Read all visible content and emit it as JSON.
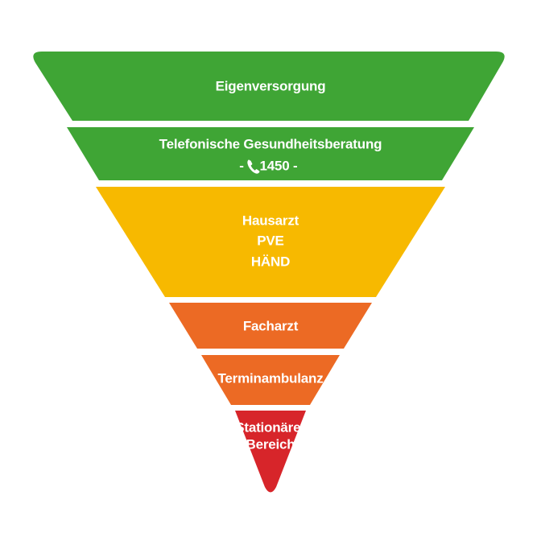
{
  "pyramid": {
    "layers": [
      {
        "id": "eigenversorgung",
        "lines": [
          "Eigenversorgung"
        ],
        "color": "#3fa535"
      },
      {
        "id": "telefonische-gesundheitsberatung",
        "lines": [
          "Telefonische Gesundheitsberatung"
        ],
        "phone_prefix": "-",
        "phone_icon": "phone-icon",
        "phone_number": "1450 -",
        "color": "#3fa535"
      },
      {
        "id": "hausarzt",
        "lines": [
          "Hausarzt",
          "PVE",
          "HÄND"
        ],
        "color": "#f7b900"
      },
      {
        "id": "facharzt",
        "lines": [
          "Facharzt"
        ],
        "color": "#ec6a24"
      },
      {
        "id": "terminambulanz",
        "lines": [
          "Terminambulanz"
        ],
        "color": "#ec6a24"
      },
      {
        "id": "stationaerer-bereich",
        "lines": [
          "Stationärer",
          "Bereich"
        ],
        "color": "#d7252a"
      }
    ]
  }
}
